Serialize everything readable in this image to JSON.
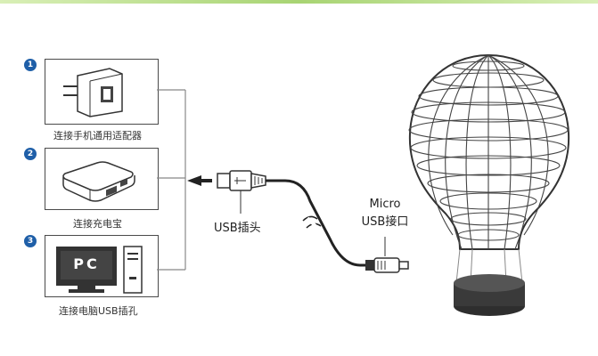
{
  "options": [
    {
      "number": "1",
      "caption": "连接手机通用适配器"
    },
    {
      "number": "2",
      "caption": "连接充电宝"
    },
    {
      "number": "3",
      "caption": "连接电脑USB插孔"
    }
  ],
  "pc_screen_text": "PC",
  "usb_plug_label": "USB插头",
  "micro_usb_label_line1": "Micro",
  "micro_usb_label_line2": "USB接口",
  "colors": {
    "badge": "#1f5fa8",
    "outline": "#4a4a4a",
    "lamp_base": "#3a3a3a",
    "top_bar": "#a8d473"
  }
}
